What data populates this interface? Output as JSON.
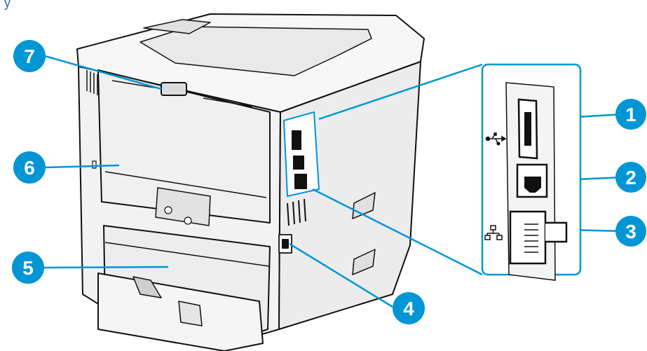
{
  "figure": {
    "header_fragment": "y",
    "accent_color": "#0096d6",
    "line_color": "#0096d6",
    "printer_body_color": "#f2f2f2",
    "printer_shade_color": "#d9d9d9",
    "outline_color": "#111111"
  },
  "callouts": [
    {
      "number": "1",
      "target": "hi-speed-usb-port"
    },
    {
      "number": "2",
      "target": "usb-printing-port"
    },
    {
      "number": "3",
      "target": "ethernet-port"
    },
    {
      "number": "4",
      "target": "power-connection"
    },
    {
      "number": "5",
      "target": "duplexer"
    },
    {
      "number": "6",
      "target": "rear-door"
    },
    {
      "number": "7",
      "target": "output-extension"
    }
  ],
  "port_panel_icons": {
    "usb": "usb-symbol-icon",
    "network": "network-symbol-icon"
  }
}
